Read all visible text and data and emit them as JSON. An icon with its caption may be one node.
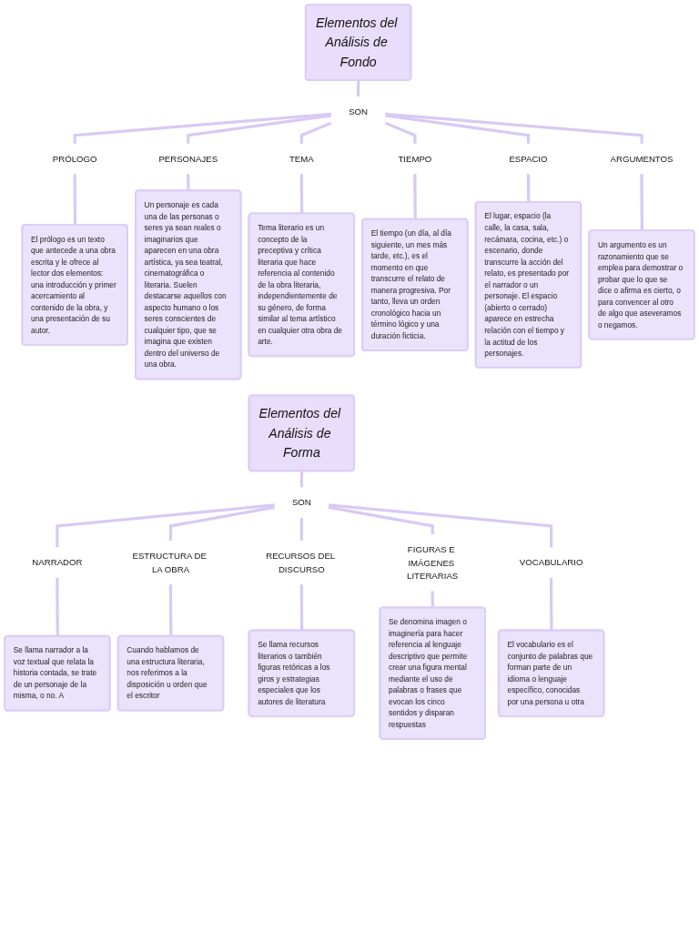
{
  "diagram": {
    "nodes": [
      {
        "text": [
          "Elementos del Análisis de Fondo"
        ]
      },
      {
        "text": [
          "SON"
        ]
      },
      {
        "text": [
          "PRÓLOGO"
        ]
      },
      {
        "text": [
          "PERSONAJES"
        ]
      },
      {
        "text": [
          "TEMA"
        ]
      },
      {
        "text": [
          "TIEMPO"
        ]
      },
      {
        "text": [
          "ESPACIO"
        ]
      },
      {
        "text": [
          "ARGUMENTOS"
        ]
      },
      {
        "text": [
          "El prólogo es un texto que antecede a una obra escrita y le ofrece al lector dos elementos: una introducción y primer acercamiento al contenido de la obra, y una presentación de su autor."
        ]
      },
      {
        "text": [
          "Un personaje es cada una de las personas o seres ya sean reales o imaginarios que aparecen en una obra artística, ya sea teatral, cinematográfica o literaria. Suelen destacarse aquellos con aspecto humano o los seres conscientes de cualquier tipo, que se imagina que existen dentro del universo de una obra."
        ]
      },
      {
        "text": [
          "Tema literario es un concepto de la preceptiva y crítica literaria que hace referencia al contenido de la obra literaria, independientemente de su género, de forma similar al tema artístico en cualquier otra obra de arte."
        ]
      },
      {
        "text": [
          "El tiempo (un día, al día siguiente, un mes más tarde, etc.), es el momento en que transcurre el relato de manera progresiva. Por tanto, lleva un orden cronológico hacia un término lógico y una duración ficticia."
        ]
      },
      {
        "text": [
          "El lugar, espacio (la calle, la casa, sala, recámara, cocina, etc.) o escenario, donde transcurre la acción del relato, es presentado por el narrador o un personaje. El espacio (abierto o cerrado) aparece en estrecha relación con el tiempo y la actitud de los personajes."
        ]
      },
      {
        "text": [
          "Un argumento es un razonamiento que se emplea para demostrar o probar que lo que se dice o afirma es cierto, o para convencer al otro de algo que aseveramos o negamos."
        ]
      },
      {
        "text": [
          "Elementos del Análisis de Forma"
        ]
      },
      {
        "text": [
          "SON"
        ]
      },
      {
        "text": [
          "NARRADOR"
        ]
      },
      {
        "text": [
          "ESTRUCTURA DE LA OBRA"
        ]
      },
      {
        "text": [
          "RECURSOS DEL DISCURSO"
        ]
      },
      {
        "text": [
          "FIGURAS E IMÁGENES LITERARIAS"
        ]
      },
      {
        "text": [
          "VOCABULARIO"
        ]
      },
      {
        "text": [
          "Se llama narrador a la voz textual que relata la historia contada, se trate de un personaje de la misma, o no. A"
        ]
      },
      {
        "text": [
          "Cuando hablamos de una estructura literaria, nos referimos a la disposición u orden que el escritor"
        ]
      },
      {
        "text": [
          "Se llama recursos literarios o también figuras retóricas a los giros y estrategias especiales que los autores de literatura"
        ]
      },
      {
        "text": [
          "Se denomina imagen o imaginería para hacer referencia al lenguaje descriptivo que permite crear una figura mental mediante el uso de palabras o frases que evocan los cinco sentidos y disparan respuestas"
        ]
      },
      {
        "text": [
          "El vocabulario es el conjunto de palabras que forman parte de un idioma o lenguaje específico, conocidas por una persona u otra"
        ]
      }
    ],
    "edges": [
      {
        "from": 0,
        "to": 1,
        "arrow": "none"
      },
      {
        "from": 1,
        "to": 2,
        "arrow": "none"
      },
      {
        "from": 1,
        "to": 3,
        "arrow": "none"
      },
      {
        "from": 1,
        "to": 4,
        "arrow": "none"
      },
      {
        "from": 1,
        "to": 5,
        "arrow": "none"
      },
      {
        "from": 1,
        "to": 6,
        "arrow": "none"
      },
      {
        "from": 1,
        "to": 7,
        "arrow": "none"
      },
      {
        "from": 2,
        "to": 8,
        "arrow": "none"
      },
      {
        "from": 3,
        "to": 9,
        "arrow": "none"
      },
      {
        "from": 4,
        "to": 10,
        "arrow": "none"
      },
      {
        "from": 5,
        "to": 11,
        "arrow": "none"
      },
      {
        "from": 6,
        "to": 12,
        "arrow": "none"
      },
      {
        "from": 7,
        "to": 13,
        "arrow": "none"
      },
      {
        "from": 14,
        "to": 15,
        "arrow": "none"
      },
      {
        "from": 15,
        "to": 16,
        "arrow": "none"
      },
      {
        "from": 15,
        "to": 17,
        "arrow": "none"
      },
      {
        "from": 15,
        "to": 18,
        "arrow": "none"
      },
      {
        "from": 15,
        "to": 19,
        "arrow": "none"
      },
      {
        "from": 15,
        "to": 20,
        "arrow": "none"
      },
      {
        "from": 16,
        "to": 21,
        "arrow": "none"
      },
      {
        "from": 17,
        "to": 22,
        "arrow": "none"
      },
      {
        "from": 18,
        "to": 23,
        "arrow": "none"
      },
      {
        "from": 19,
        "to": 24,
        "arrow": "none"
      },
      {
        "from": 20,
        "to": 25,
        "arrow": "none"
      }
    ]
  }
}
